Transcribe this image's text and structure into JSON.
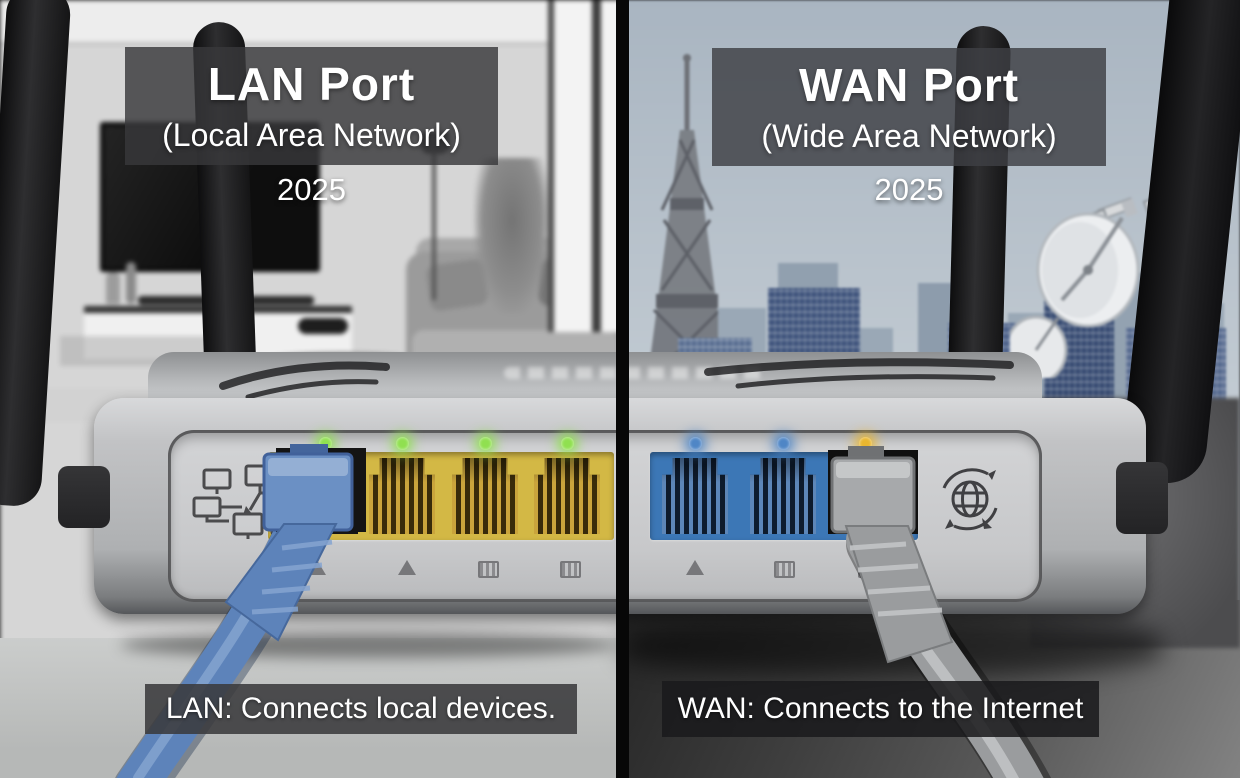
{
  "left": {
    "title": "LAN Port",
    "subtitle": "(Local Area Network)",
    "year": "2025",
    "caption": "LAN: Connects local devices."
  },
  "right": {
    "title": "WAN Port",
    "subtitle": "(Wide Area Network)",
    "year": "2025",
    "caption": "WAN: Connects to the Internet"
  },
  "router": {
    "lan": {
      "port_count": 4,
      "block_color": "#d3b845",
      "port_color": "#7c5f17",
      "pin_color": "#c9a43c",
      "plugged_port_index": 0,
      "led_colors": [
        "#90e050",
        "#90e050",
        "#90e050",
        "#90e050"
      ],
      "cable_color": "#5d83ba"
    },
    "wan": {
      "port_count": 3,
      "block_color": "#3c77b6",
      "port_color": "#1f3c64",
      "pin_color": "#5d86b8",
      "plugged_port_index": 2,
      "led_colors": [
        "#4f86c6",
        "#4f86c6",
        "#e9b62e"
      ],
      "cable_color": "#9a9c9e"
    }
  }
}
